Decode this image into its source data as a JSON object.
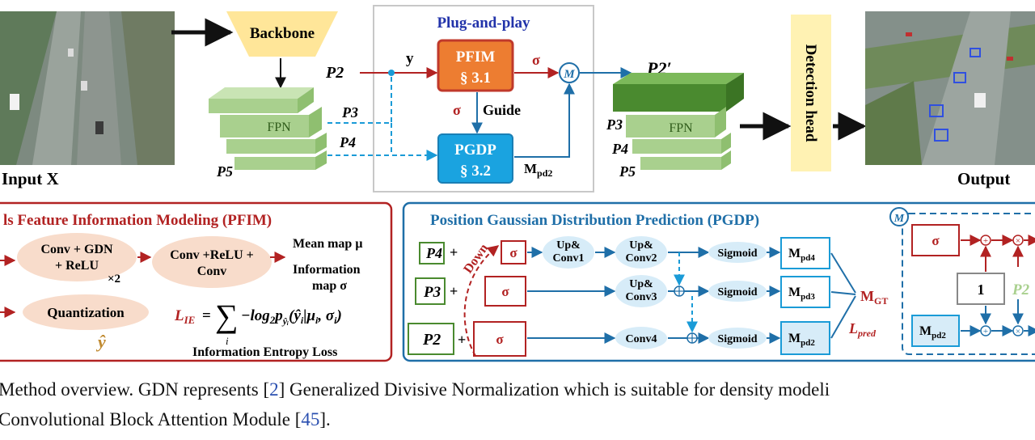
{
  "colors": {
    "pfim_red": "#b22222",
    "pgdp_blue": "#1f5f8b",
    "fpn_green": "#a9d08e",
    "pfim_orange": "#ed7d31",
    "pgdp_cyan": "#1aa3e0",
    "backbone_yellow": "#ffe699",
    "detection_yellow": "#fff2b3"
  },
  "top": {
    "input_label": "Input X",
    "backbone": "Backbone",
    "fpn_left": "FPN",
    "p2": "P2",
    "p3": "P3",
    "p4": "P4",
    "p5": "P5",
    "y": "y",
    "plug_title": "Plug-and-play",
    "pfim_name": "PFIM",
    "pfim_section": "§ 3.1",
    "sigma": "σ",
    "guide": "Guide",
    "m_circle": "M",
    "pgdp_name": "PGDP",
    "pgdp_section": "§ 3.2",
    "mpd2": "Mpd2",
    "p2_prime": "P2′",
    "fpn_right": "FPN",
    "detection_head": "Detection head",
    "output_label": "Output"
  },
  "pfim_panel": {
    "title": "ls Feature Information Modeling (PFIM)",
    "conv_gdn_line1": "Conv + GDN",
    "conv_gdn_line2": "+ ReLU",
    "times2": "×2",
    "conv_relu_line1": "Conv +ReLU +",
    "conv_relu_line2": "Conv",
    "mean_map": "Mean map μ",
    "info_map_line1": "Information",
    "info_map_line2": "map σ",
    "quantization": "Quantization",
    "y_hat": "ŷ",
    "formula": "L_IE = Σ −log₂p_ŷᵢ(ŷᵢ|μᵢ, σᵢ)",
    "loss_label": "Information Entropy Loss"
  },
  "pgdp_panel": {
    "title": "Position Gaussian Distribution Prediction (PGDP)",
    "p4": "P4",
    "p3": "P3",
    "p2": "P2",
    "plus": "+",
    "down": "Down",
    "sigma": "σ",
    "up_conv1_line1": "Up&",
    "up_conv1_line2": "Conv1",
    "up_conv2_line1": "Up&",
    "up_conv2_line2": "Conv2",
    "up_conv3_line1": "Up&",
    "up_conv3_line2": "Conv3",
    "conv4": "Conv4",
    "sigmoid": "Sigmoid",
    "mpd4": "Mpd4",
    "mpd3": "Mpd3",
    "mpd2": "Mpd2",
    "mgt": "MGT",
    "lpred": "Lpred"
  },
  "m_panel": {
    "m": "M",
    "sigma": "σ",
    "one": "1",
    "p2": "P2",
    "mpd2": "Mpd2"
  },
  "caption": {
    "line1_a": "Method overview.  GDN represents [",
    "line1_ref": "2",
    "line1_b": "] Generalized Divisive Normalization which is suitable for density modeli",
    "line2_a": "Convolutional Block Attention Module [",
    "line2_ref": "45",
    "line2_b": "]."
  }
}
